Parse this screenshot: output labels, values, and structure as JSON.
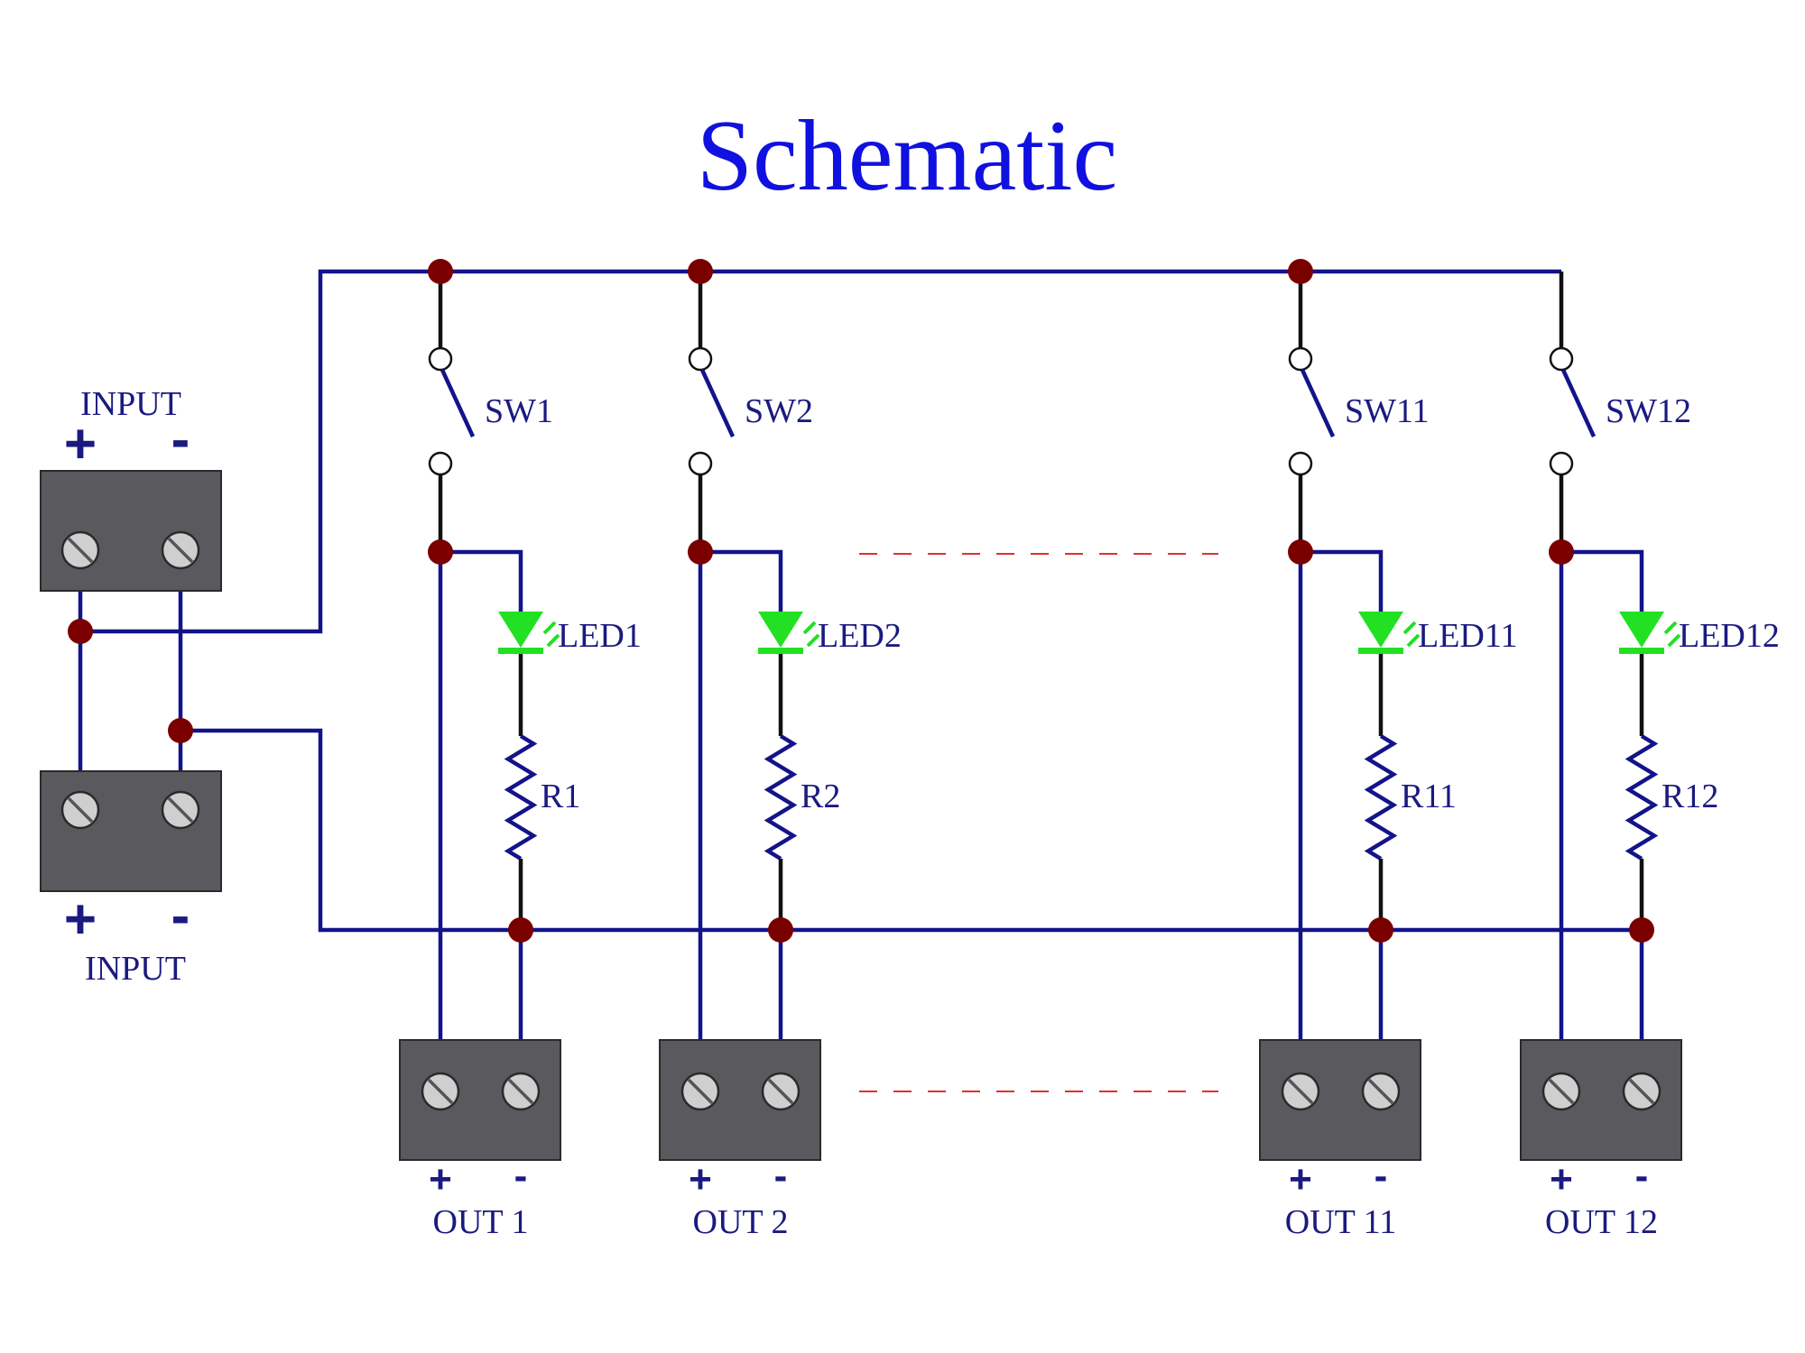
{
  "title": "Schematic",
  "input": {
    "top_label": "INPUT",
    "bottom_label": "INPUT",
    "plus": "+",
    "minus": "-"
  },
  "channels": [
    {
      "switch": "SW1",
      "led": "LED1",
      "resistor": "R1",
      "output": "OUT 1"
    },
    {
      "switch": "SW2",
      "led": "LED2",
      "resistor": "R2",
      "output": "OUT 2"
    },
    {
      "switch": "SW11",
      "led": "LED11",
      "resistor": "R11",
      "output": "OUT 11"
    },
    {
      "switch": "SW12",
      "led": "LED12",
      "resistor": "R12",
      "output": "OUT 12"
    }
  ],
  "output_signs": {
    "plus": "+",
    "minus": "-"
  },
  "colors": {
    "title": "#1010e0",
    "wire": "#13138a",
    "node": "#7a0000",
    "led": "#22e022",
    "terminal_block": "#5a5a5e",
    "omission_dash": "#e03030"
  }
}
